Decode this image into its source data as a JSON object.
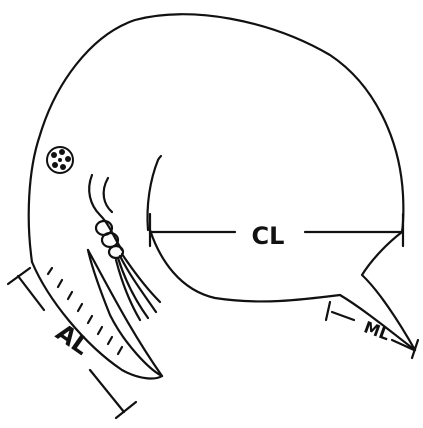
{
  "figure": {
    "subject": "daphnia-morphometrics",
    "ink_color": "#111111",
    "background": "#ffffff",
    "labels": {
      "carapace_length": "CL",
      "antennule_length": "AL",
      "mucro_length": "ML"
    }
  }
}
